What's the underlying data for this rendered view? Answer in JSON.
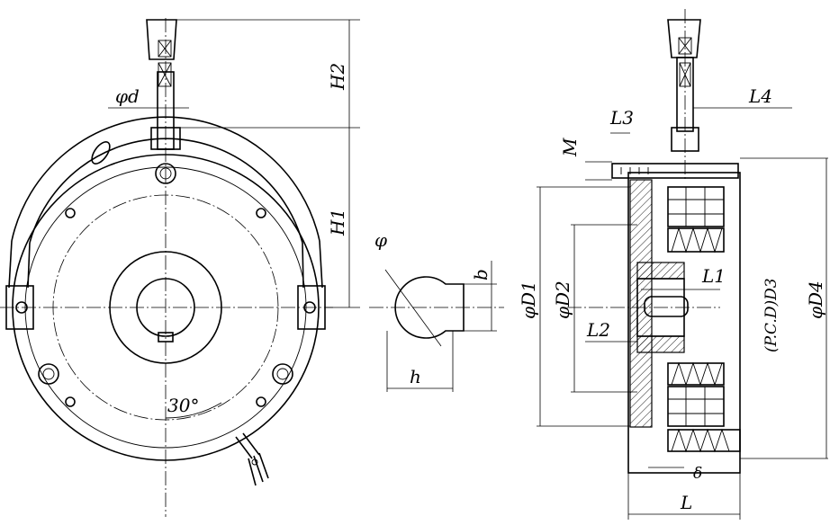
{
  "labels": {
    "d_shaft_lever": "φd",
    "h2": "H2",
    "h1": "H1",
    "angle": "30°",
    "phi": "φ",
    "b": "b",
    "h": "h",
    "l1": "L1",
    "l2": "L2",
    "l3": "L3",
    "l4": "L4",
    "m": "M",
    "d1": "φD1",
    "d2": "φD2",
    "d3": "(P.C.D)D3",
    "d4": "φD4",
    "delta": "δ",
    "l": "L"
  }
}
